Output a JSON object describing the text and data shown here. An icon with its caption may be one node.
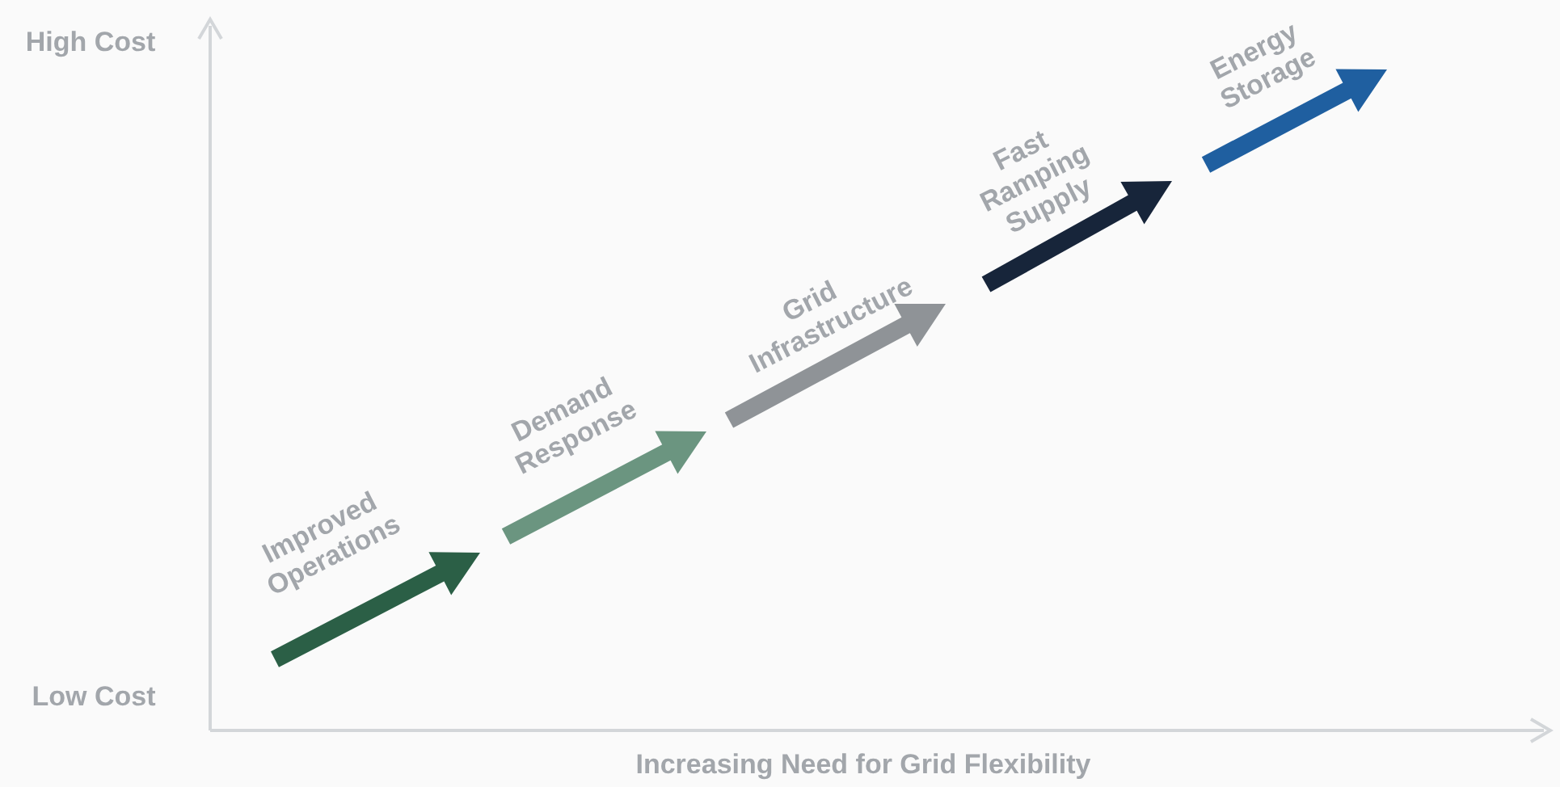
{
  "diagram": {
    "labels": [
      "High Cost",
      "Energy Storage",
      "Fast Ramping Supply",
      "Grid Infrastructure",
      "Demand Response",
      "Improved Operations",
      "Low Cost",
      "Increasing Need for Grid Flexibility"
    ]
  }
}
